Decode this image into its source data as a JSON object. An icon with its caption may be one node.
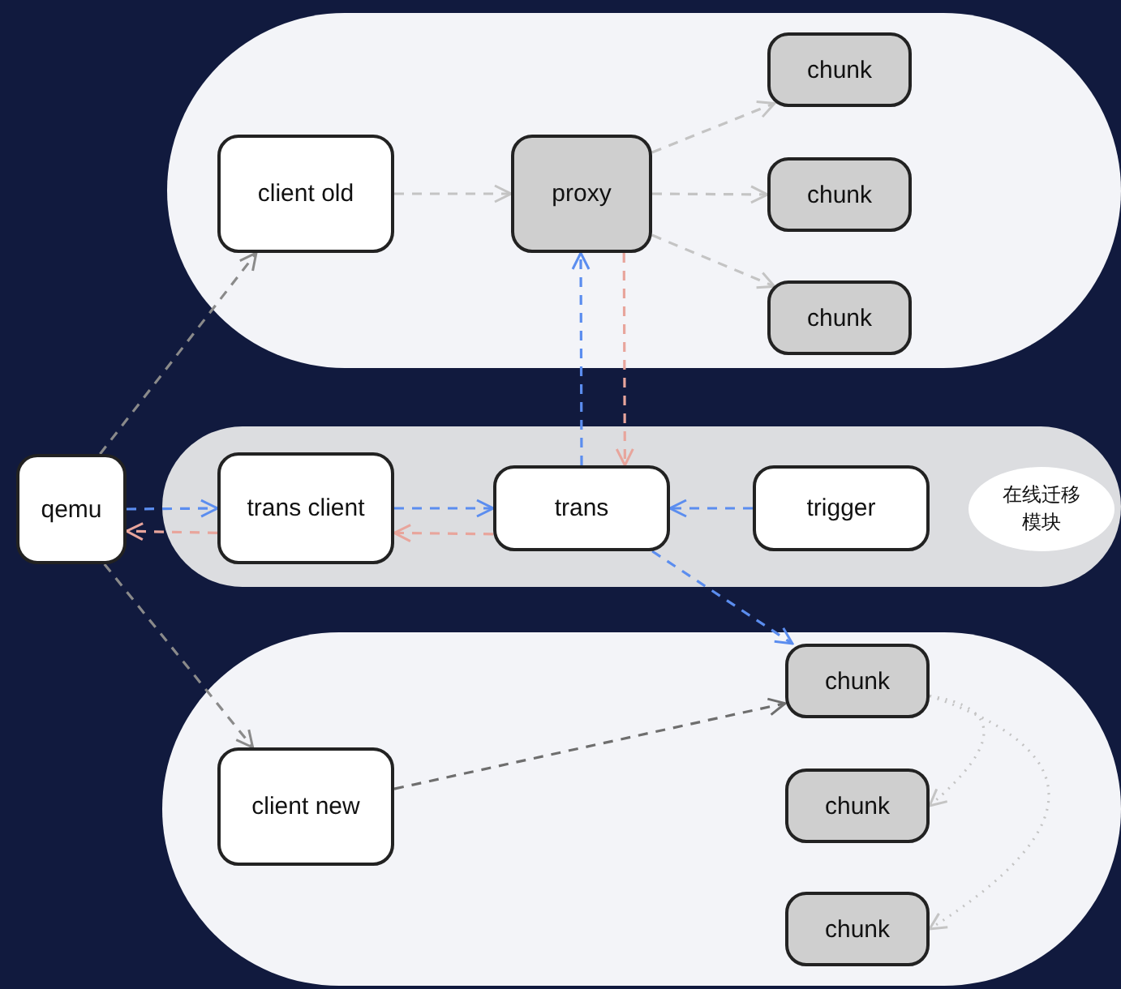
{
  "diagram": {
    "nodes": [
      {
        "text": [],
        "shape": "box"
      },
      {
        "text": [
          "client old"
        ],
        "in": 0
      },
      {
        "text": [
          "proxy"
        ],
        "in": 0
      },
      {
        "text": [
          "chunk"
        ],
        "in": 0
      },
      {
        "text": [
          "chunk"
        ],
        "in": 0
      },
      {
        "text": [
          "chunk"
        ],
        "in": 0
      },
      {
        "text": [
          "qemu"
        ]
      },
      {
        "text": [],
        "shape": "box"
      },
      {
        "text": [
          "trans client"
        ],
        "in": 7
      },
      {
        "text": [
          "trans"
        ],
        "in": 7
      },
      {
        "text": [
          "trigger"
        ],
        "in": 7
      },
      {
        "text": [
          "在线迁移模块"
        ],
        "in": 7
      },
      {
        "text": [],
        "shape": "box"
      },
      {
        "text": [
          "client new"
        ],
        "in": 12
      },
      {
        "text": [
          "chunk"
        ],
        "in": 12
      },
      {
        "text": [
          "chunk"
        ],
        "in": 12
      },
      {
        "text": [
          "chunk"
        ],
        "in": 12
      }
    ],
    "edges": [
      {
        "from": 6,
        "to": 1,
        "arrow": "to",
        "style": "dashed",
        "color": "#8a8a8a"
      },
      {
        "from": 1,
        "to": 2,
        "arrow": "to",
        "style": "dashed",
        "color": "#c4c4c4"
      },
      {
        "from": 2,
        "to": 3,
        "arrow": "to",
        "style": "dashed",
        "color": "#c4c4c4"
      },
      {
        "from": 2,
        "to": 4,
        "arrow": "to",
        "style": "dashed",
        "color": "#c4c4c4"
      },
      {
        "from": 2,
        "to": 5,
        "arrow": "to",
        "style": "dashed",
        "color": "#c4c4c4"
      },
      {
        "from": 6,
        "to": 8,
        "arrow": "to",
        "style": "dashed",
        "color": "#5b8def"
      },
      {
        "from": 8,
        "to": 6,
        "arrow": "to",
        "style": "dashed",
        "color": "#e8a59c"
      },
      {
        "from": 8,
        "to": 9,
        "arrow": "to",
        "style": "dashed",
        "color": "#5b8def"
      },
      {
        "from": 9,
        "to": 8,
        "arrow": "to",
        "style": "dashed",
        "color": "#e8a59c"
      },
      {
        "from": 10,
        "to": 9,
        "arrow": "to",
        "style": "dashed",
        "color": "#5b8def"
      },
      {
        "from": 9,
        "to": 2,
        "arrow": "to",
        "style": "dashed",
        "color": "#5b8def"
      },
      {
        "from": 2,
        "to": 9,
        "arrow": "to",
        "style": "dashed",
        "color": "#e8a59c"
      },
      {
        "from": 9,
        "to": 14,
        "arrow": "to",
        "style": "dashed",
        "color": "#5b8def"
      },
      {
        "from": 6,
        "to": 13,
        "arrow": "to",
        "style": "dashed",
        "color": "#8a8a8a"
      },
      {
        "from": 13,
        "to": 14,
        "arrow": "to",
        "style": "dashed",
        "color": "#6e6e6e"
      },
      {
        "from": 14,
        "to": 15,
        "arrow": "to",
        "color": "#c4c4c4"
      },
      {
        "from": 14,
        "to": 16,
        "arrow": "to",
        "color": "#c4c4c4"
      }
    ]
  }
}
